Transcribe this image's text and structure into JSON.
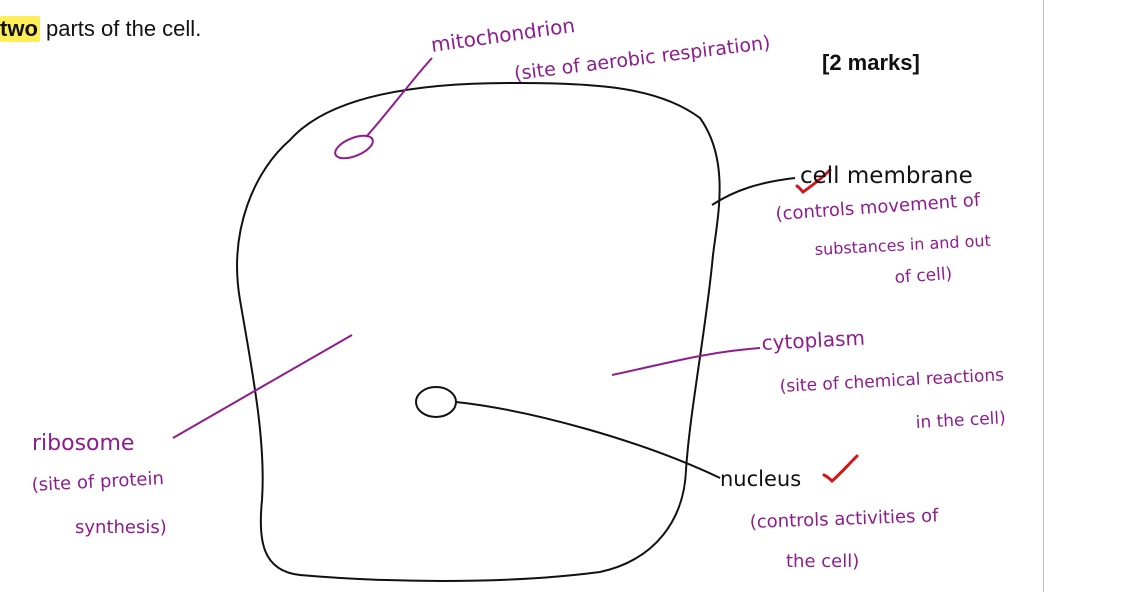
{
  "question": {
    "highlight": "two",
    "rest": " parts of the cell."
  },
  "marks_label": "[2 marks]",
  "colors": {
    "ink_purple": "#8e1c8e",
    "ink_black": "#111111",
    "tick_red": "#d01818",
    "highlight": "#ffee58"
  },
  "labels": {
    "mitochondrion": {
      "name": "mitochondrion",
      "note": "(site of aerobic respiration)"
    },
    "cell_membrane": {
      "name": "cell membrane",
      "note_lines": [
        "(controls movement of",
        "substances in and out",
        "of cell)"
      ]
    },
    "cytoplasm": {
      "name": "cytoplasm",
      "note_lines": [
        "(site of chemical reactions",
        "in the cell)"
      ]
    },
    "ribosome": {
      "name": "ribosome",
      "note_lines": [
        "(site of protein",
        "synthesis)"
      ]
    },
    "nucleus": {
      "name": "nucleus",
      "note_lines": [
        "(controls activities of",
        "the cell)"
      ]
    }
  }
}
